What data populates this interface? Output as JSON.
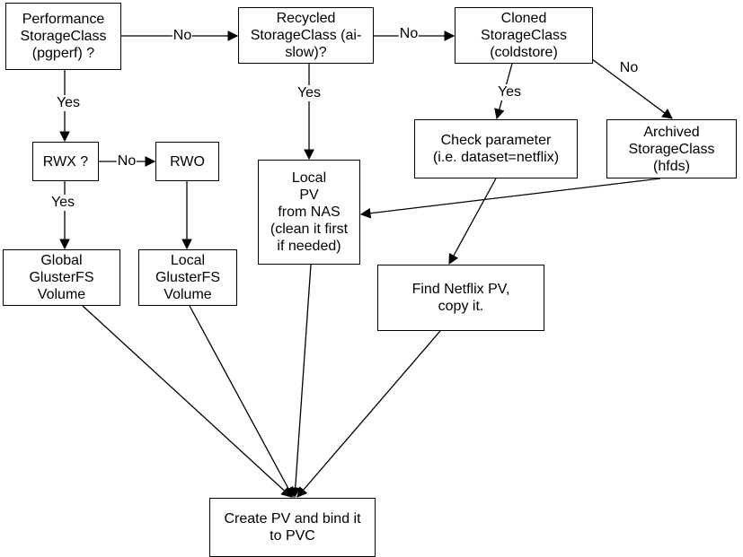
{
  "diagram": {
    "nodes": {
      "performance": "Performance\nStorageClass\n(pgperf) ?",
      "recycled": "Recycled\nStorageClass (ai-\nslow)?",
      "cloned": "Cloned\nStorageClass\n(coldstore)",
      "rwx": "RWX ?",
      "rwo": "RWO",
      "local_pv_nas": "Local\nPV\nfrom NAS\n(clean it first\nif needed)",
      "check_parameter": "Check parameter\n(i.e. dataset=netflix)",
      "archived": "Archived\nStorageClass\n(hfds)",
      "global_gluster": "Global\nGlusterFS\nVolume",
      "local_gluster": "Local\nGlusterFS\nVolume",
      "find_netflix": "Find Netflix PV,\ncopy it.",
      "create_pv": "Create PV and bind it\nto PVC"
    },
    "edge_labels": {
      "perf_to_recycled": "No",
      "recycled_to_cloned": "No",
      "cloned_to_archived": "No",
      "perf_to_rwx": "Yes",
      "recycled_to_local": "Yes",
      "cloned_to_check": "Yes",
      "rwx_to_rwo": "No",
      "rwx_to_global": "Yes"
    },
    "colors": {
      "stroke": "#000000",
      "background": "#ffffff"
    }
  }
}
